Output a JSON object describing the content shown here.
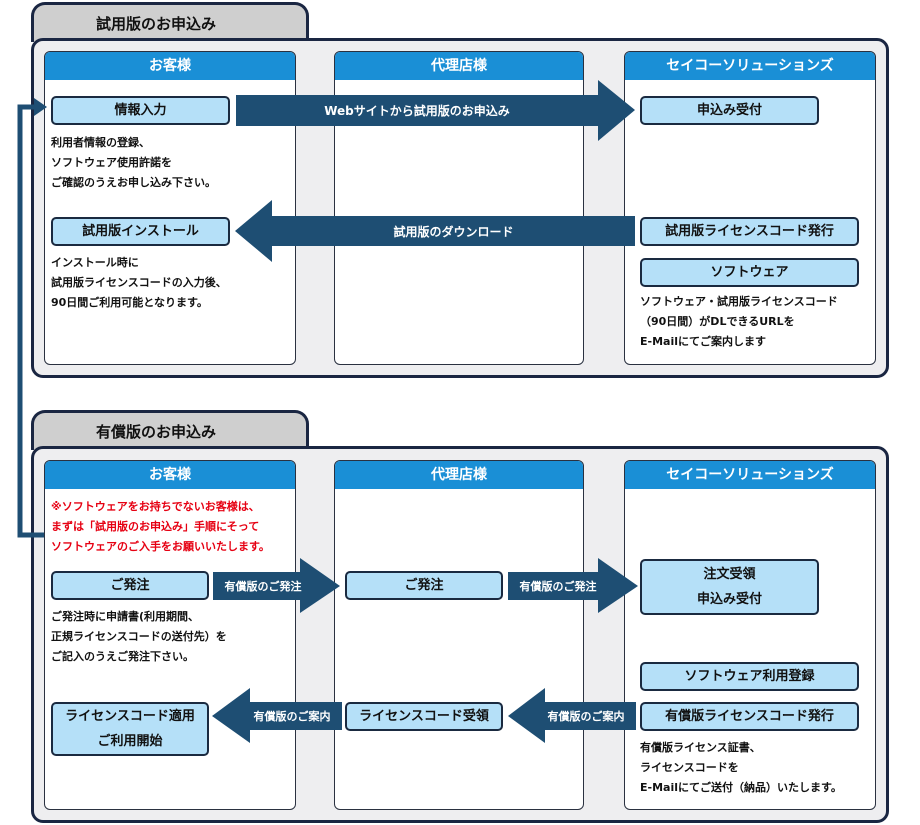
{
  "trial": {
    "tab": "試用版のお申込み",
    "col_customer": "お客様",
    "col_dealer": "代理店様",
    "col_seiko": "セイコーソリューションズ",
    "info_input": "情報入力",
    "info_desc": [
      "利用者情報の登録、",
      "ソフトウェア使用許諾を",
      "ご確認のうえお申し込み下さい。"
    ],
    "web_arrow": "Webサイトから試用版のお申込み",
    "apply_recv": "申込み受付",
    "install": "試用版インストール",
    "install_desc": [
      "インストール時に",
      "試用版ライセンスコードの入力後、",
      "90日間ご利用可能となります。"
    ],
    "download_arrow": "試用版のダウンロード",
    "license_issue": "試用版ライセンスコード発行",
    "software": "ソフトウェア",
    "software_desc": [
      "ソフトウェア・試用版ライセンスコード",
      "（90日間）がDLできるURLを",
      "E-Mailにてご案内します"
    ]
  },
  "paid": {
    "tab": "有償版のお申込み",
    "col_customer": "お客様",
    "col_dealer": "代理店様",
    "col_seiko": "セイコーソリューションズ",
    "note": [
      "※ソフトウェアをお持ちでないお客様は、",
      "まずは「試用版のお申込み」手順にそって",
      "ソフトウェアのご入手をお願いいたします。"
    ],
    "order": "ご発注",
    "order_arrow": "有償版のご発注",
    "order_desc": [
      "ご発注時に申請書(利用期間、",
      "正規ライセンスコードの送付先）を",
      "ご記入のうえご発注下さい。"
    ],
    "dealer_order": "ご発注",
    "dealer_order_arrow": "有償版のご発注",
    "order_recv": [
      "注文受領",
      "申込み受付"
    ],
    "software_reg": "ソフトウェア利用登録",
    "license_issue": "有償版ライセンスコード発行",
    "issue_desc": [
      "有償版ライセンス証書、",
      "ライセンスコードを",
      "E-Mailにてご送付（納品）いたします。"
    ],
    "guide_arrow_right": "有償版のご案内",
    "license_recv": "ライセンスコード受領",
    "guide_arrow_left": "有償版のご案内",
    "apply": [
      "ライセンスコード適用",
      "ご利用開始"
    ]
  },
  "colors": {
    "panel_border": "#1a2642",
    "header_blue": "#1a8fd6",
    "box_fill": "#b5e0f8",
    "arrow_fill": "#1e4e73",
    "note_red": "#e60012"
  }
}
